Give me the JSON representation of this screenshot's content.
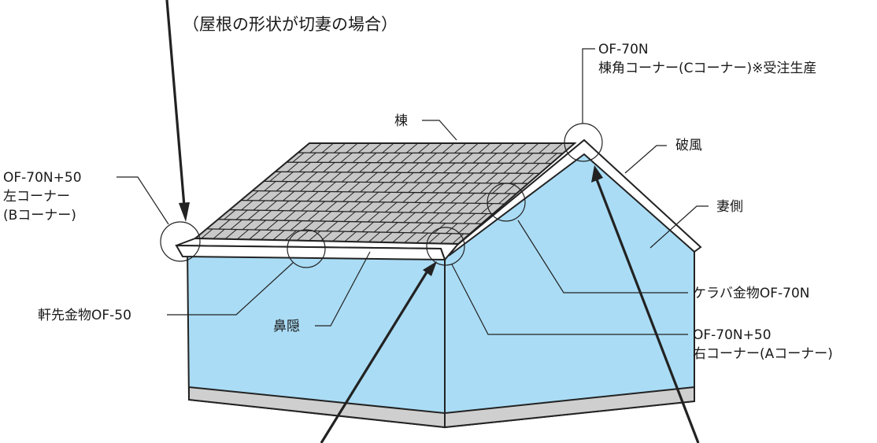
{
  "subtitle": "（屋根の形状が切妻の場合）",
  "labels": {
    "ridge": "棟",
    "ridge_corner_code": "OF-70N",
    "ridge_corner_name": "棟角コーナー(Cコーナー)※受注生産",
    "verge_board": "破風",
    "gable_side": "妻側",
    "left_corner_code": "OF-70N+50",
    "left_corner_name": "左コーナー",
    "left_corner_sub": "(Bコーナー)",
    "verge_metal": "ケラバ金物OF-70N",
    "eave_metal": "軒先金物OF-50",
    "fascia": "鼻隠",
    "right_corner_code": "OF-70N+50",
    "right_corner_name": "右コーナー(Aコーナー)"
  },
  "colors": {
    "wall": "#aadcf5",
    "roof": "#c8c8c8",
    "foundation": "#cfcfcf",
    "outline": "#222222"
  }
}
